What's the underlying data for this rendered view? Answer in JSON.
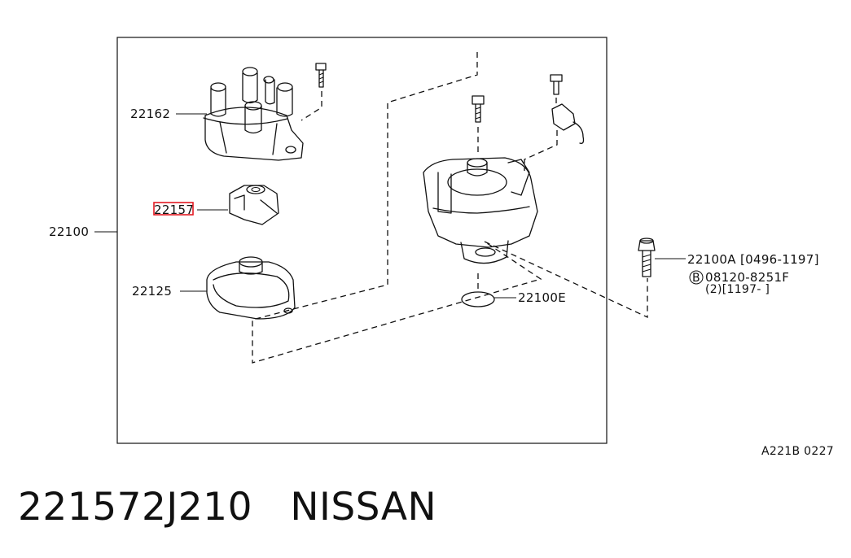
{
  "callouts": {
    "assembly": "22100",
    "cap": "22162",
    "rotor": "22157",
    "seal": "22125",
    "bolt": "22100A",
    "bolt_range": "[0496-1197]",
    "bolt_mark": "B",
    "bolt_code": "08120-8251F",
    "bolt_qty_range": "(2)[1197-   ]",
    "o_ring": "22100E"
  },
  "figure_code": "A221B 0227",
  "caption": {
    "part_number": "221572J210",
    "brand": "NISSAN"
  },
  "colors": {
    "highlight": "#e31b23",
    "line": "#111111"
  }
}
